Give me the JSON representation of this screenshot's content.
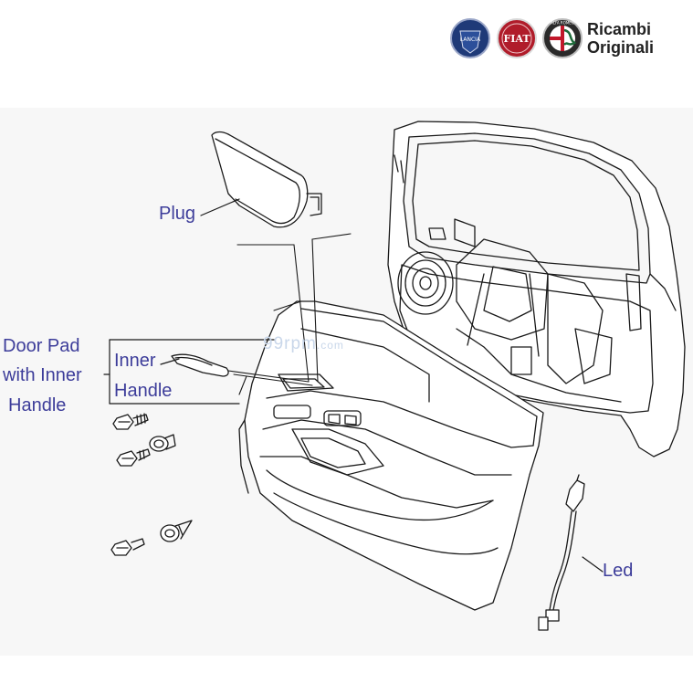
{
  "brand": {
    "line1": "Ricambi",
    "line2": "Originali",
    "badges": [
      {
        "name": "lancia-logo",
        "text": "LANCIA",
        "color": "#1f3a78"
      },
      {
        "name": "fiat-logo",
        "text": "FIAT",
        "color": "#b01c2a"
      },
      {
        "name": "alfa-romeo-logo",
        "text": "ALFA ROMEO",
        "color": "#2a2a2a"
      }
    ]
  },
  "watermark": {
    "main": "99rpm",
    "suffix": ".com"
  },
  "labels": {
    "plug": "Plug",
    "door_pad": [
      "Door Pad",
      "with Inner",
      "Handle"
    ],
    "inner_handle": [
      "Inner",
      "Handle"
    ],
    "led": "Led"
  },
  "colors": {
    "label": "#3d3d9a",
    "line": "#1a1a1a"
  }
}
